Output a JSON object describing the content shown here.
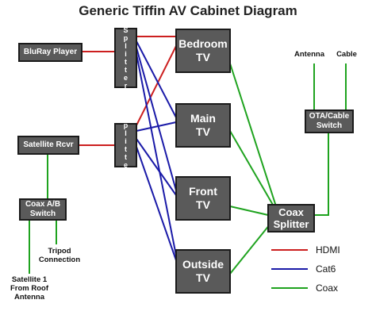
{
  "title": "Generic Tiffin AV Cabinet Diagram",
  "devices": {
    "bluray": "BluRay Player",
    "satellite_rcvr": "Satellite Rcvr",
    "coax_ab_line1": "Coax A/B",
    "coax_ab_line2": "Switch",
    "splitter_letters": [
      "S",
      "p",
      "l",
      "i",
      "t",
      "t",
      "e",
      "r"
    ],
    "ota_line1": "OTA/Cable",
    "ota_line2": "Switch",
    "coax_splitter_line1": "Coax",
    "coax_splitter_line2": "Splitter"
  },
  "tvs": {
    "bedroom_line1": "Bedroom",
    "bedroom_line2": "TV",
    "main_line1": "Main",
    "main_line2": "TV",
    "front_line1": "Front",
    "front_line2": "TV",
    "outside_line1": "Outside",
    "outside_line2": "TV"
  },
  "labels": {
    "antenna": "Antenna",
    "cable": "Cable",
    "tripod_line1": "Tripod",
    "tripod_line2": "Connection",
    "sat1_line1": "Satellite 1",
    "sat1_line2": "From Roof",
    "sat1_line3": "Antenna"
  },
  "legend": {
    "hdmi": "HDMI",
    "cat6": "Cat6",
    "coax": "Coax"
  },
  "colors": {
    "hdmi": "#cc1f1f",
    "cat6": "#1a1aa8",
    "coax": "#1fa31f",
    "box_fill": "#5a5a5a"
  }
}
